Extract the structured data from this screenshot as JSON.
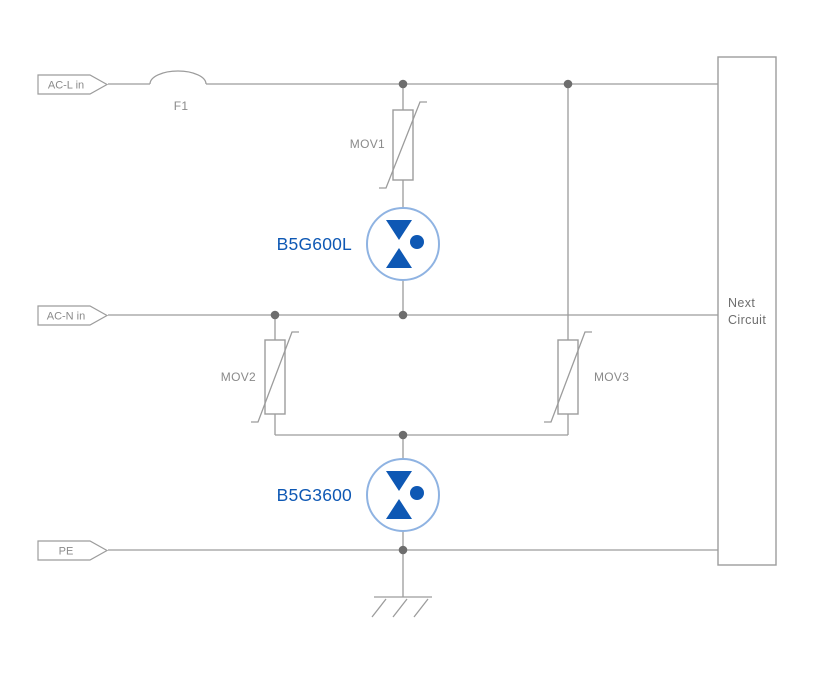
{
  "diagram": {
    "terminals": {
      "ac_l": {
        "label": "AC-L in"
      },
      "ac_n": {
        "label": "AC-N in"
      },
      "pe": {
        "label": "PE"
      }
    },
    "components": {
      "fuse": {
        "label": "F1"
      },
      "mov1": {
        "label": "MOV1"
      },
      "mov2": {
        "label": "MOV2"
      },
      "mov3": {
        "label": "MOV3"
      },
      "gdt_top": {
        "label": "B5G600L"
      },
      "gdt_bottom": {
        "label": "B5G3600"
      }
    },
    "next_circuit": {
      "line1": "Next",
      "line2": "Circuit"
    },
    "colors": {
      "wire": "#9c9c9c",
      "junction_dot": "#6d6d6d",
      "label_gray": "#8a8a8a",
      "accent_blue": "#0e58b4",
      "gdt_ring": "#8fb3e2"
    }
  }
}
